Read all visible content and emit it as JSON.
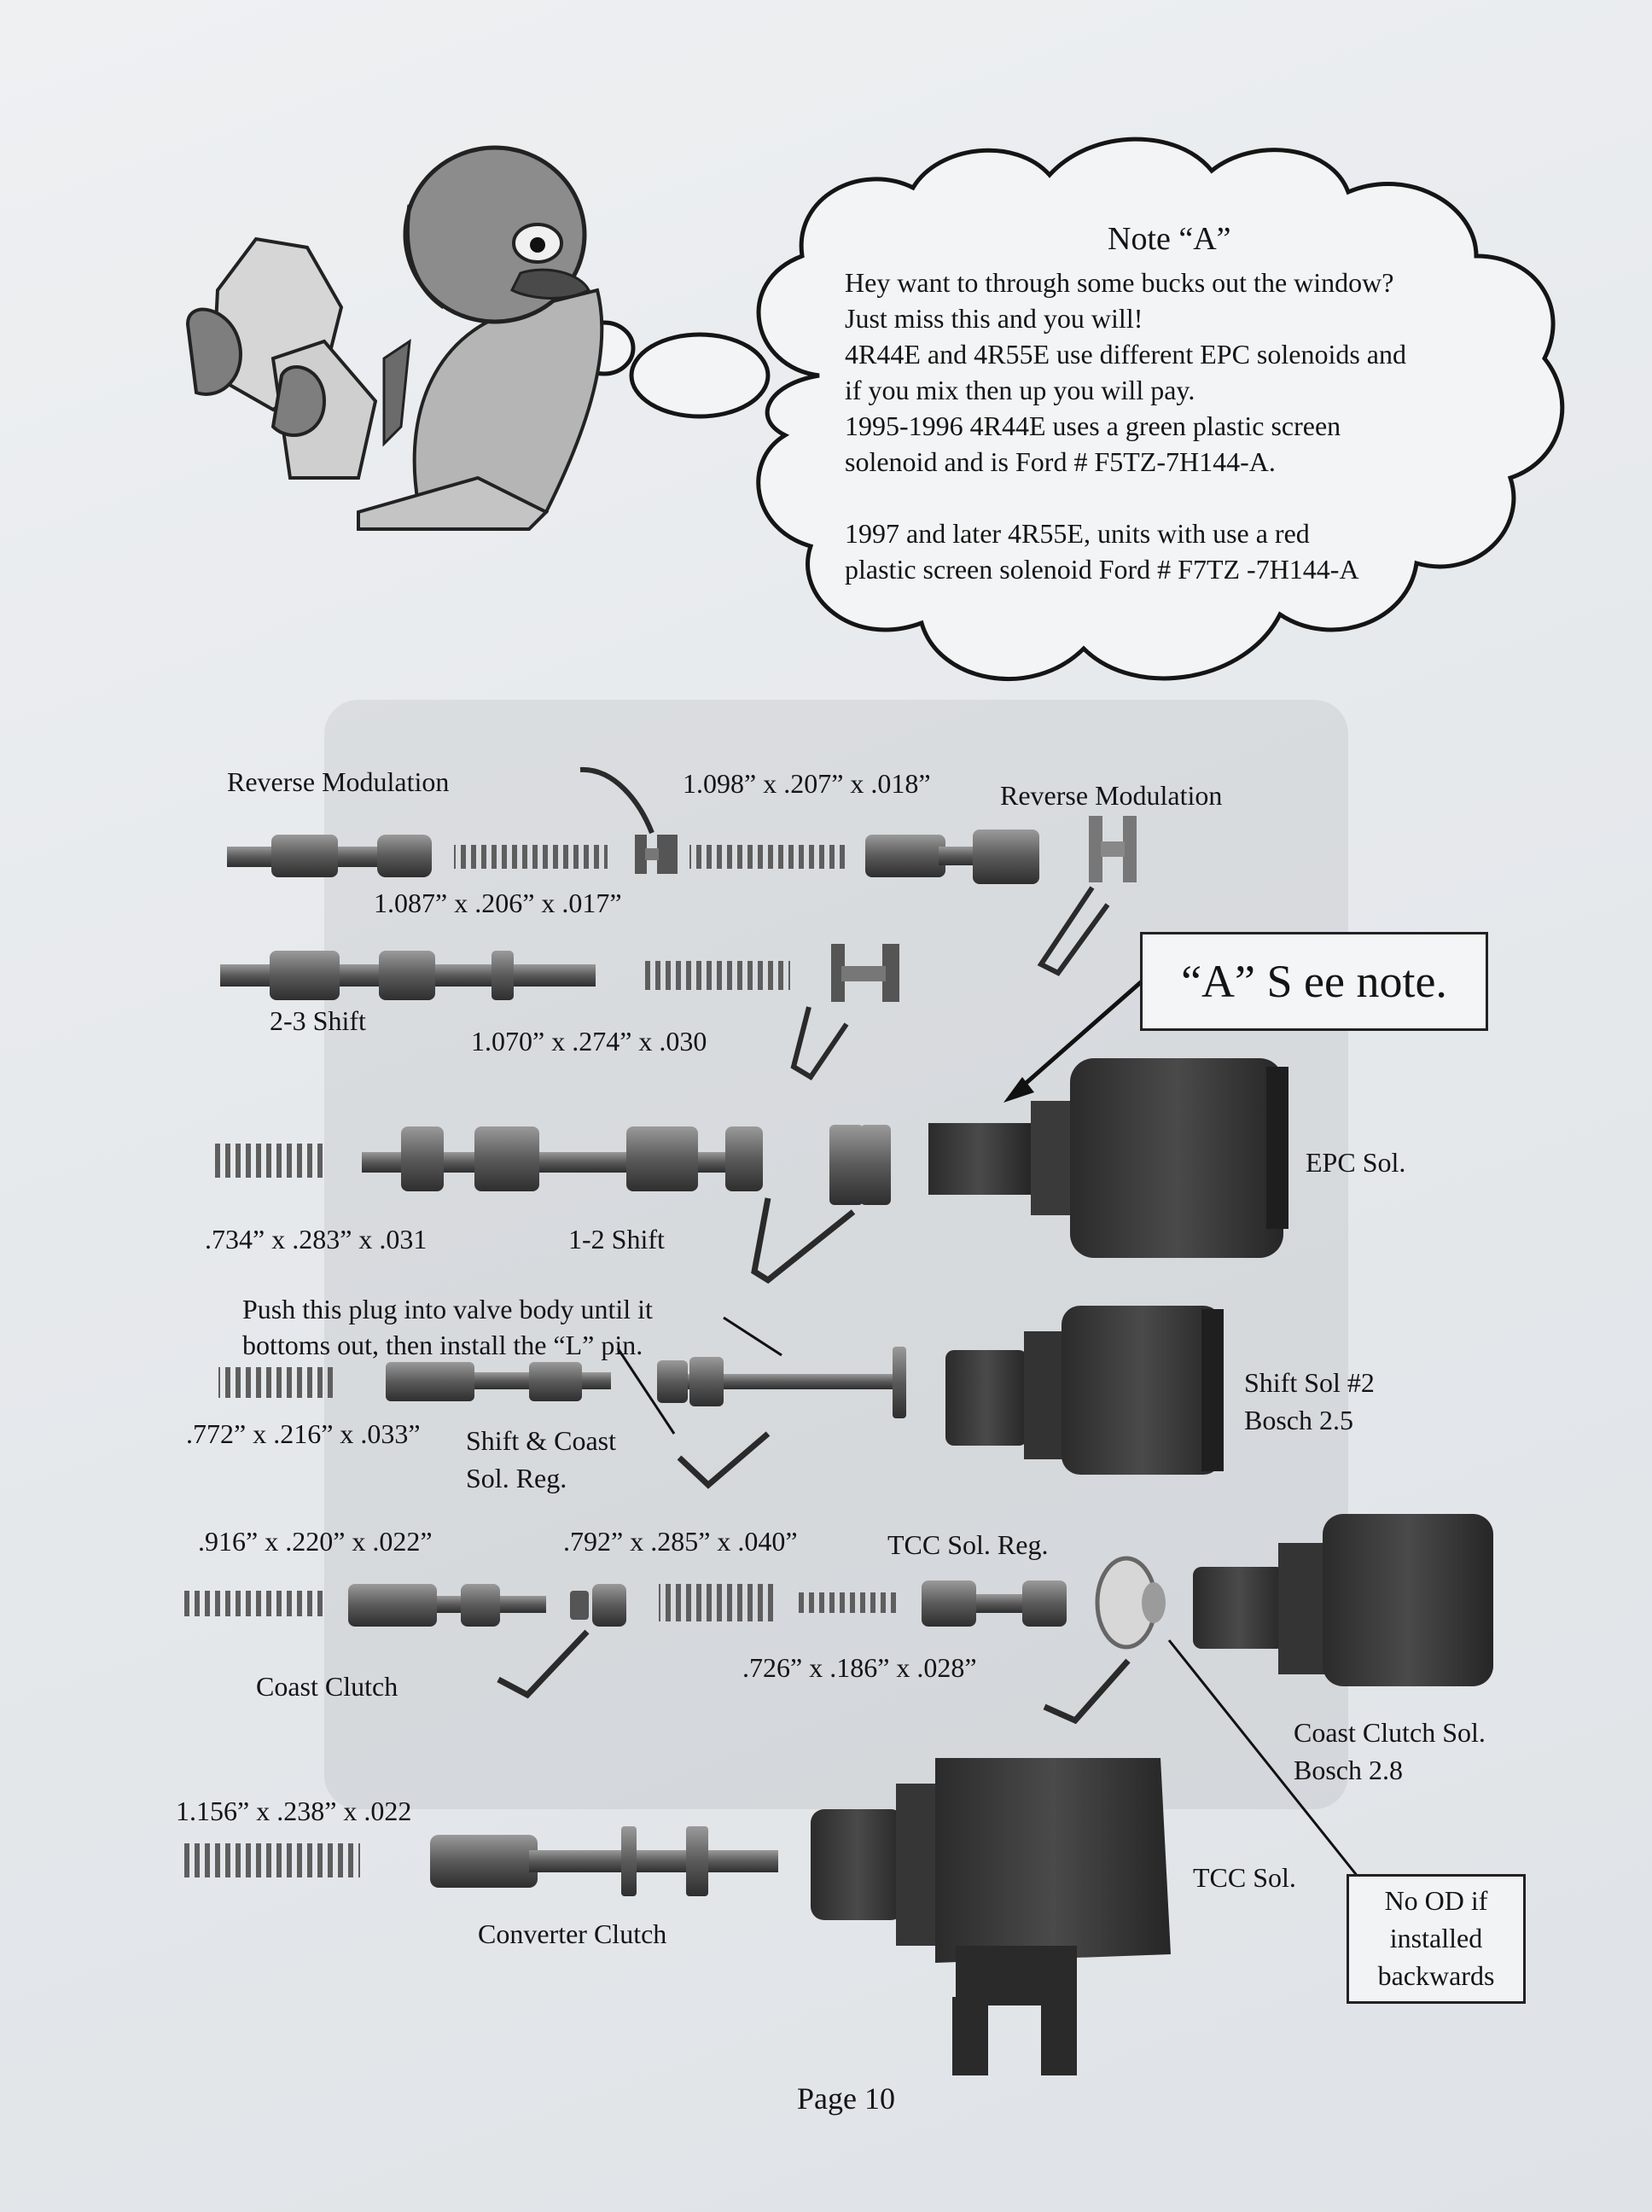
{
  "note": {
    "title": "Note “A”",
    "lines": [
      "Hey want to through some bucks out the window?",
      "Just miss this and you will!",
      "4R44E and 4R55E use different EPC solenoids and",
      "if you mix then up you will pay.",
      "1995-1996 4R44E uses a green plastic screen",
      "solenoid and is Ford # F5TZ-7H144-A.",
      "",
      "1997 and later 4R55E, units with use a red",
      " plastic screen solenoid Ford # F7TZ -7H144-A"
    ]
  },
  "callouts": {
    "see_note": "“A” S ee note.",
    "no_od": [
      "No OD if",
      "installed",
      "backwards"
    ]
  },
  "labels": {
    "reverse_mod_left": "Reverse Modulation",
    "reverse_mod_right": "Reverse Modulation",
    "spring_1098": "1.098” x .207” x .018”",
    "spring_1087": "1.087” x .206” x .017”",
    "shift_23": "2-3 Shift",
    "spring_1070": "1.070” x .274” x .030",
    "epc_sol": "EPC Sol.",
    "spring_734": ".734” x .283” x .031",
    "shift_12": "1-2 Shift",
    "push_plug_1": "Push this plug into valve body until it",
    "push_plug_2": "bottoms out, then install the “L” pin.",
    "spring_772": ".772” x .216” x .033”",
    "shift_coast_1": "Shift & Coast",
    "shift_coast_2": "Sol. Reg.",
    "shift_sol_1": "Shift Sol #2",
    "shift_sol_2": "Bosch 2.5",
    "spring_916": ".916” x .220” x .022”",
    "spring_792": ".792” x .285” x .040”",
    "tcc_sol_reg": "TCC Sol. Reg.",
    "coast_clutch": "Coast Clutch",
    "spring_726": ".726” x .186” x .028”",
    "coast_sol_1": "Coast Clutch Sol.",
    "coast_sol_2": "Bosch 2.8",
    "spring_1156": "1.156” x .238” x .022",
    "tcc_sol": "TCC Sol.",
    "converter_clutch": "Converter Clutch"
  },
  "footer": {
    "page": "Page 10"
  },
  "colors": {
    "paper": "#e9ecef",
    "ink": "#141414",
    "part_dark": "#3a3a3a",
    "part_mid": "#6c6c6c",
    "cartoon_gray": "#9a9a9a"
  }
}
